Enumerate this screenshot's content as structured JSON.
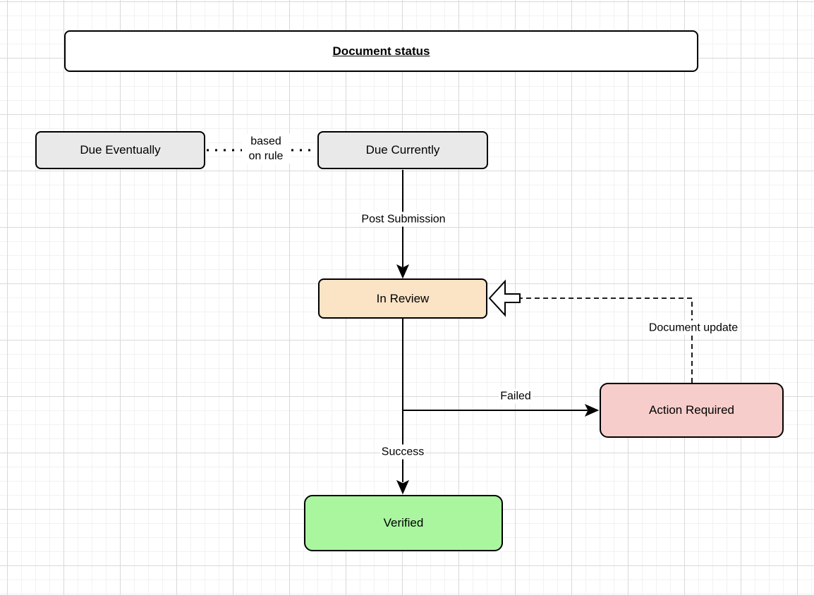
{
  "diagram": {
    "title": "Document status",
    "nodes": {
      "due_eventually": {
        "label": "Due Eventually",
        "fill": "#e9e9e9"
      },
      "due_currently": {
        "label": "Due Currently",
        "fill": "#e9e9e9"
      },
      "in_review": {
        "label": "In Review",
        "fill": "#fbe3c6"
      },
      "action_required": {
        "label": "Action Required",
        "fill": "#f6cdca"
      },
      "verified": {
        "label": "Verified",
        "fill": "#a9f69f"
      }
    },
    "edges": {
      "based_on_rule": {
        "label": "based on rule",
        "style": "dotted"
      },
      "post_submission": {
        "label": "Post Submission",
        "style": "solid-arrow"
      },
      "failed": {
        "label": "Failed",
        "style": "solid-arrow"
      },
      "success": {
        "label": "Success",
        "style": "solid-arrow"
      },
      "document_update": {
        "label": "Document update",
        "style": "dashed-open-arrow"
      }
    },
    "colors": {
      "stroke": "#000000",
      "node_border": "#000000",
      "background": "#ffffff",
      "grid_minor": "#f2f2f2",
      "grid_major": "#d9d9d9"
    }
  }
}
